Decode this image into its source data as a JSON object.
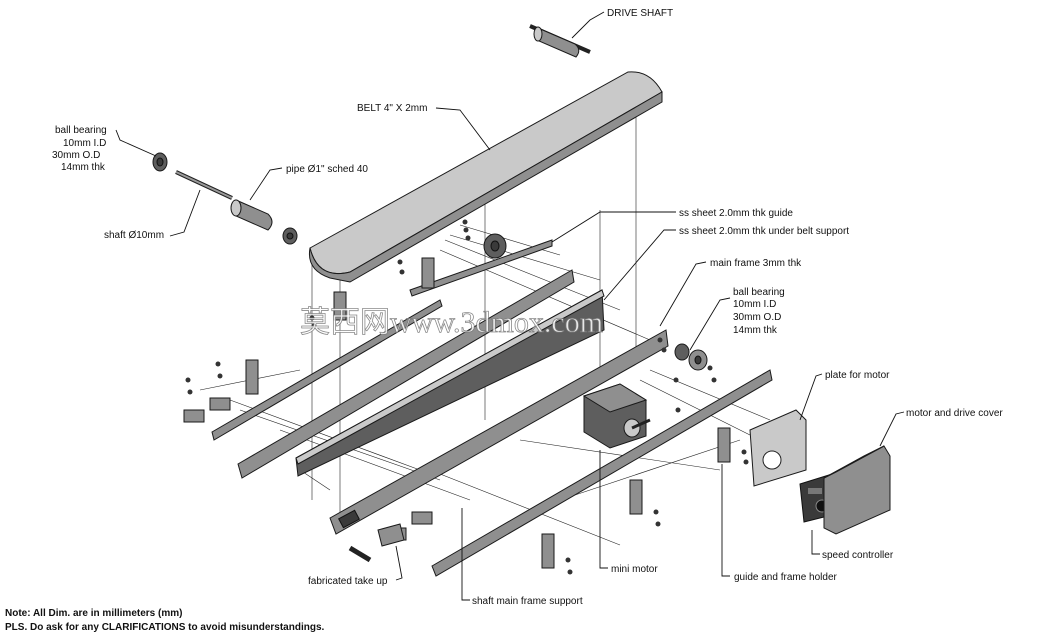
{
  "labels": {
    "drive_shaft": "DRIVE SHAFT",
    "belt": "BELT 4\" X 2mm",
    "ball_bearing_left": [
      "ball bearing",
      "10mm I.D",
      "30mm  O.D",
      "14mm thk"
    ],
    "pipe": "pipe Ø1\" sched 40",
    "shaft": "shaft Ø10mm",
    "ss_guide": "ss sheet 2.0mm thk guide",
    "ss_support": "ss sheet 2.0mm thk under belt support",
    "main_frame": "main frame 3mm thk",
    "ball_bearing_right": [
      "ball bearing",
      "10mm I.D",
      "30mm  O.D",
      "14mm thk"
    ],
    "plate_motor": "plate for motor",
    "motor_cover": "motor and drive cover",
    "speed_controller": "speed controller",
    "mini_motor": "mini motor",
    "guide_holder": "guide and frame holder",
    "take_up": "fabricated take up",
    "shaft_support": "shaft main frame support"
  },
  "notes": {
    "line1": "Note: All Dim. are in millimeters (mm)",
    "line2": "PLS. Do ask for any CLARIFICATIONS to avoid misunderstandings."
  },
  "watermark": "莫西网www.3dmox.com"
}
